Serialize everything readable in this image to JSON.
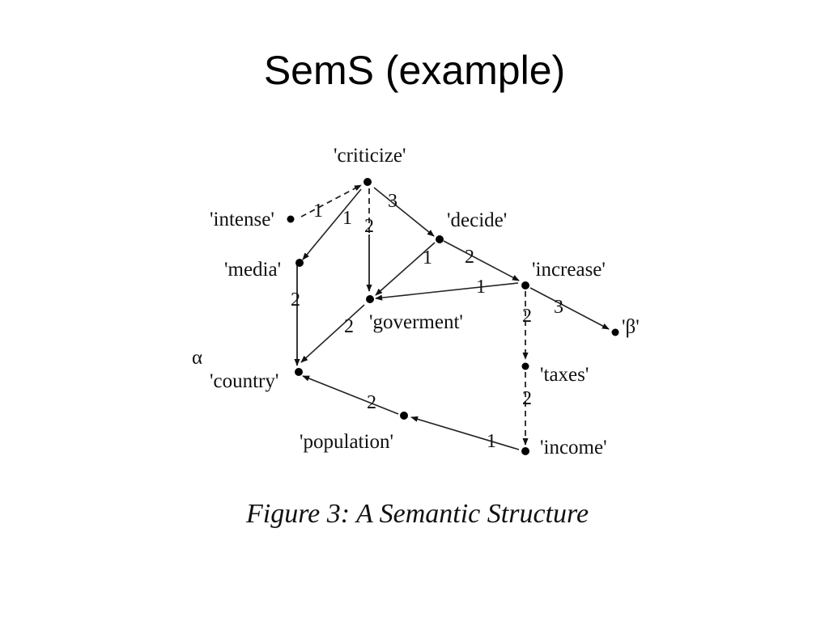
{
  "slide": {
    "title": "SemS (example)"
  },
  "figure": {
    "caption": "Figure 3: A Semantic Structure",
    "nodes": {
      "criticize": "'criticize'",
      "intense": "'intense'",
      "decide": "'decide'",
      "media": "'media'",
      "increase": "'increase'",
      "goverment": "'goverment'",
      "beta": "'β'",
      "alpha": "α",
      "country": "'country'",
      "taxes": "'taxes'",
      "population": "'population'",
      "income": "'income'"
    },
    "edges": {
      "intense_criticize": "1",
      "criticize_media": "1",
      "criticize_goverment": "2",
      "criticize_decide": "3",
      "decide_goverment": "1",
      "decide_increase": "2",
      "increase_goverment": "1",
      "increase_beta": "3",
      "media_country": "2",
      "goverment_country": "2",
      "increase_taxes": "2",
      "taxes_income": "2",
      "population_country": "2",
      "income_population": "1"
    }
  }
}
